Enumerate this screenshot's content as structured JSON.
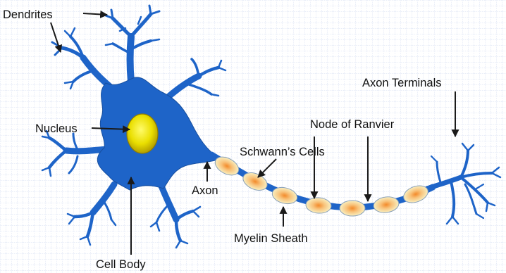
{
  "colors": {
    "neuron_blue": "#1e64c8",
    "neuron_edge": "#174f9f",
    "nucleus_yellow": "#f2e800",
    "nucleus_dark": "#b8a400",
    "myelin_fill": "#f7e7a3",
    "myelin_core": "#f59a34",
    "myelin_edge": "#8aa0b8",
    "grid_line": "#b9c6e6",
    "arrow": "#1a1a1a",
    "label_text": "#111111"
  },
  "labels": {
    "dendrites": "Dendrites",
    "nucleus": "Nucleus",
    "cell_body": "Cell Body",
    "axon": "Axon",
    "schwanns_cells": "Schwann’s Cells",
    "myelin_sheath": "Myelin Sheath",
    "node_of_ranvier": "Node of Ranvier",
    "axon_terminals": "Axon Terminals"
  }
}
